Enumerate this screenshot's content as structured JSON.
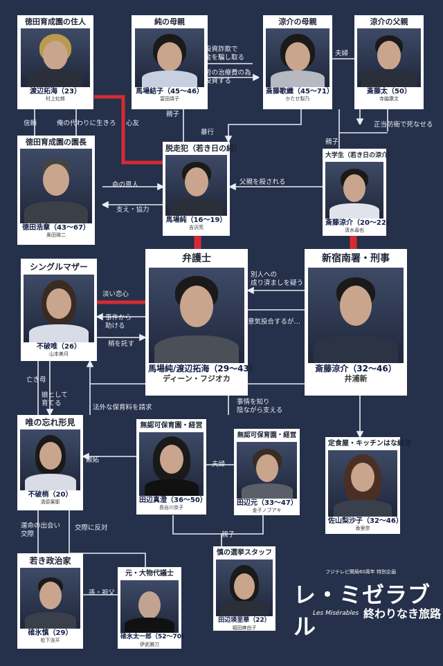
{
  "colors": {
    "background": "#25304a",
    "link_line": "#e8ecf4",
    "strong_link": "#d62b33"
  },
  "cards": {
    "resident": {
      "role": "徳田育成園の住人",
      "name": "渡辺拓海（23）",
      "actor": "村上虹郎"
    },
    "jun_mother": {
      "role": "純の母親",
      "name": "馬場結子（45〜46）",
      "actor": "富田靖子"
    },
    "ryosuke_mother": {
      "role": "涼介の母親",
      "name": "斎藤歌織（45〜71）",
      "actor": "かたせ梨乃"
    },
    "ryosuke_father": {
      "role": "涼介の父親",
      "name": "斎藤太（50）",
      "actor": "寺脇康文"
    },
    "director": {
      "role": "徳田育成園の園長",
      "name": "徳田浩章（43〜67）",
      "actor": "奥田瑛二"
    },
    "fugitive": {
      "role": "脱走犯（若き日の純）",
      "name": "馬場純（16〜19）",
      "actor": "吉沢亮"
    },
    "student": {
      "role": "大学生（若き日の涼介）",
      "name": "斎藤涼介（20〜22）",
      "actor": "清水尋也"
    },
    "lawyer": {
      "role": "弁護士",
      "name": "馬場純/渡辺拓海（29〜43）",
      "actor": "ディーン・フジオカ"
    },
    "detective": {
      "role": "新宿南署・刑事",
      "name": "斎藤涼介（32〜46）",
      "actor": "井浦新"
    },
    "single_mother": {
      "role": "シングルマザー",
      "name": "不破唯（26）",
      "actor": "山本美月"
    },
    "keepsake": {
      "role": "唯の忘れ形見",
      "name": "不破梢（20）",
      "actor": "清原果耶"
    },
    "nursery_wife": {
      "role": "無認可保育園・経営",
      "name": "田辺真澄（36〜50）",
      "actor": "長谷川京子"
    },
    "nursery_husband": {
      "role": "無認可保育園・経営",
      "name": "田辺元（33〜47）",
      "actor": "金子ノブアキ"
    },
    "restaurant": {
      "role": "定食屋・キッチンはな経営",
      "name": "佐山梨沙子（32〜46）",
      "actor": "香里奈"
    },
    "politician": {
      "role": "若き政治家",
      "name": "碓氷慎（29）",
      "actor": "松下洸平"
    },
    "staff": {
      "role": "慎の選挙スタッフ",
      "name": "田辺瑛里華（22）",
      "actor": "福田麻由子"
    },
    "former_politician": {
      "role": "元・大物代議士",
      "name": "碓氷太一郎（52〜70）",
      "actor": "伊武雅刀"
    }
  },
  "labels": {
    "fraud": "投資詐欺で\n金を騙し取る",
    "treatment": "哲の治療費の為\n投資する",
    "couple1": "夫婦",
    "trust": "信頼",
    "live_for_me": "俺の代わりに生きろ",
    "close_friend": "心友",
    "parent1": "親子",
    "violence": "暴行",
    "self_defense": "正当防衛で死なせる",
    "parent2": "親子",
    "savior": "命の恩人",
    "support": "支え・協力",
    "killed_father": "父親を殺される",
    "crush": "淡い恋心",
    "helped": "事件から\n助ける",
    "entrust": "梢を託す",
    "suspect": "別人への\n成り済ましを疑う",
    "bond": "意気投合するが…",
    "dead_mother": "亡き母",
    "raise": "娘として\n育てる",
    "illegal_fee": "法外な保育料を請求",
    "support_secret": "事情を知り\n陰ながら支える",
    "couple2": "夫婦",
    "jealousy": "嫉妬",
    "parent3": "親子",
    "fate": "運命の出会い\n交際",
    "oppose": "交際に反対",
    "grandparent": "孫・祖父"
  },
  "title": {
    "tagline": "フジテレビ開局60周年 特別企画",
    "main": "レ・ミゼラブル",
    "latin": "Les Misérables",
    "sub": "終わりなき旅路"
  }
}
